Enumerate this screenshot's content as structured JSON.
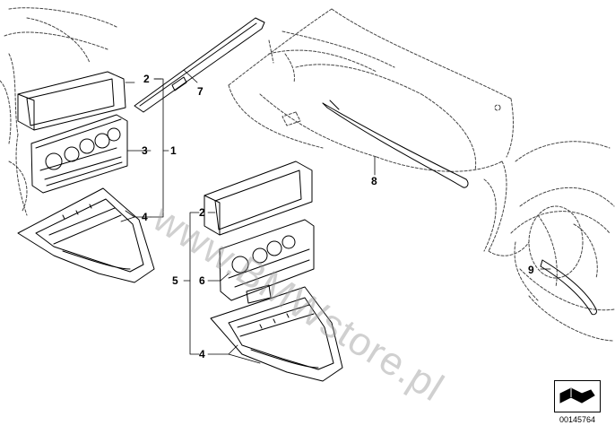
{
  "diagram": {
    "callouts": [
      {
        "id": "c-2a",
        "text": "2"
      },
      {
        "id": "c-7",
        "text": "7"
      },
      {
        "id": "c-3",
        "text": "3"
      },
      {
        "id": "c-1",
        "text": "1"
      },
      {
        "id": "c-4a",
        "text": "4"
      },
      {
        "id": "c-8",
        "text": "8"
      },
      {
        "id": "c-2b",
        "text": "2"
      },
      {
        "id": "c-5",
        "text": "5"
      },
      {
        "id": "c-6",
        "text": "6"
      },
      {
        "id": "c-4b",
        "text": "4"
      },
      {
        "id": "c-9",
        "text": "9"
      }
    ],
    "watermark": "www.BMWstore.pl",
    "document_number": "00145764",
    "nav_icon": "arrow-turn-icon",
    "line_color": "#000000",
    "watermark_color": "#969696"
  }
}
